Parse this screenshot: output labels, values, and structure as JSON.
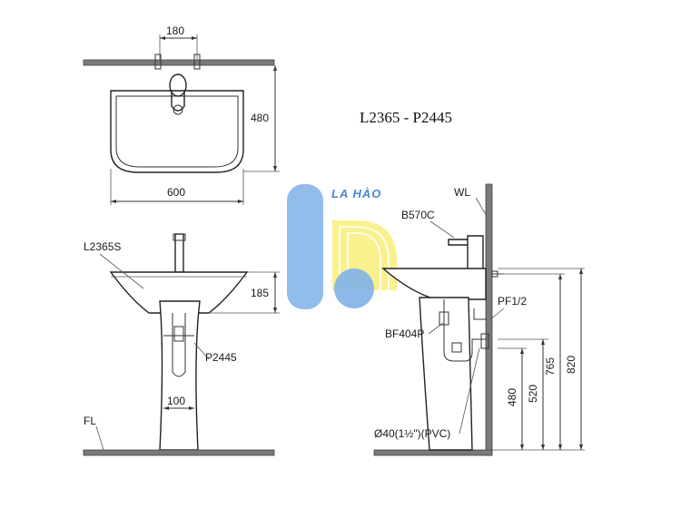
{
  "title": "L2365 - P2445",
  "watermark": {
    "text": "LA HÀO",
    "colors": {
      "blue": "#7fb0e8",
      "yellow": "#f7ee7a"
    }
  },
  "top_view": {
    "dim_tap_spacing": "180",
    "dim_width": "600",
    "dim_depth": "480"
  },
  "front_view": {
    "basin_label": "L2365S",
    "pedestal_label": "P2445",
    "floor_label": "FL",
    "dim_basin_height": "185",
    "dim_pedestal_width": "100"
  },
  "side_view": {
    "wall_label": "WL",
    "faucet_label": "B570C",
    "drain_label": "BF404P",
    "supply_label": "PF1/2",
    "pipe_label": "Ø40(1½\")(PVC)",
    "dim_480": "480",
    "dim_520": "520",
    "dim_765": "765",
    "dim_820": "820"
  }
}
